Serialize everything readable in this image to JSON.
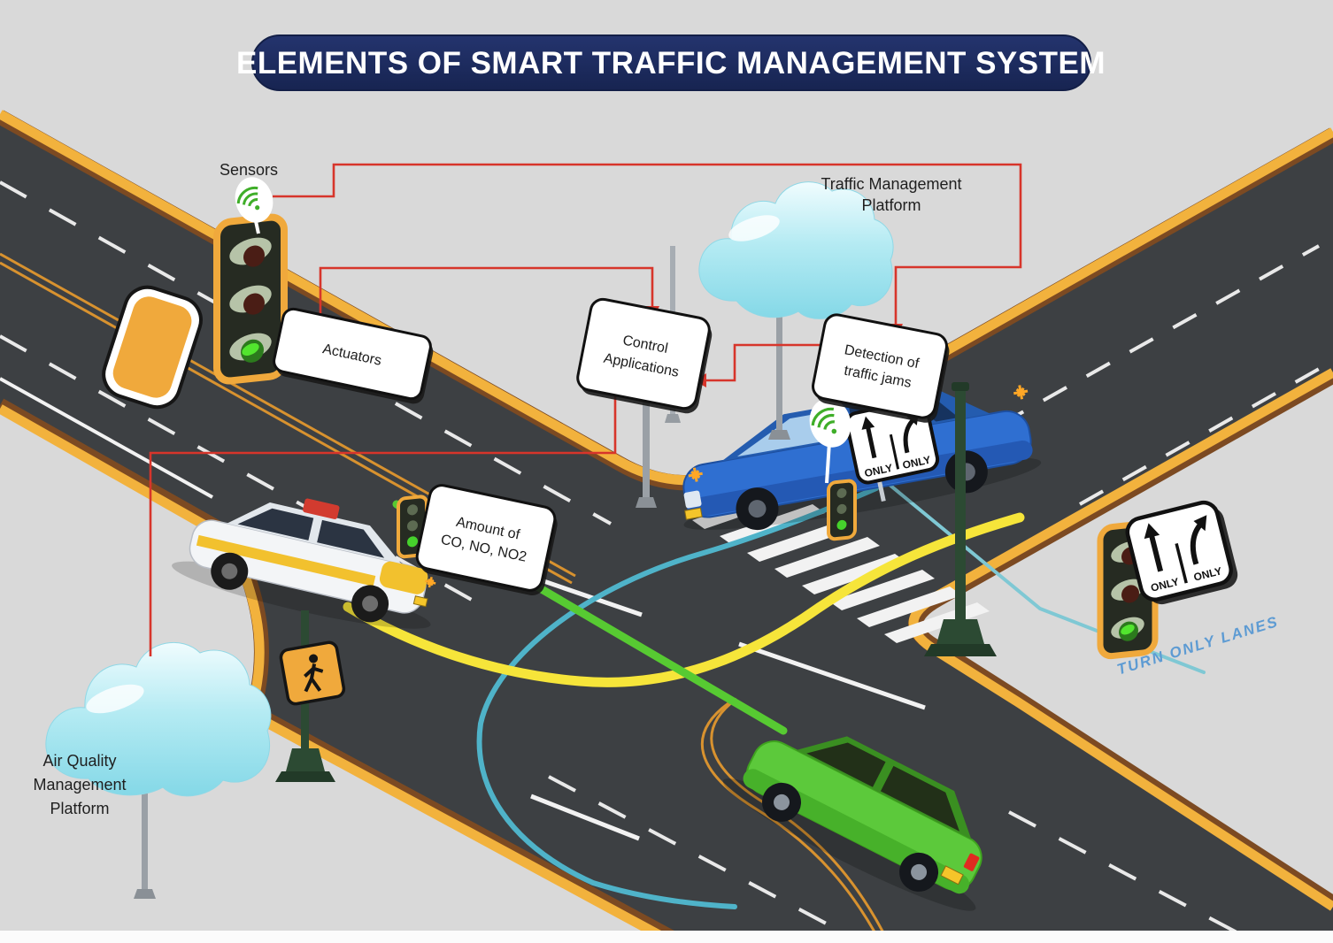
{
  "title": "ELEMENTS OF SMART TRAFFIC MANAGEMENT SYSTEM",
  "labels": {
    "sensors": "Sensors",
    "actuators": "Actuators",
    "control_line1": "Control",
    "control_line2": "Applications",
    "detection_line1": "Detection of",
    "detection_line2": "traffic jams",
    "tmp_line1": "Traffic Management",
    "tmp_line2": "Platform",
    "amount_line1": "Amount of",
    "amount_line2": "CO, NO, NO2",
    "aqm_line1": "Air Quality",
    "aqm_line2": "Management",
    "aqm_line3": "Platform",
    "turn_only_lanes": "TURN ONLY LANES",
    "only": "ONLY"
  },
  "icons": {
    "wifi_icon": "wifi",
    "pedestrian_icon": "pedestrian-walking",
    "straight_arrow_icon": "straight-arrow",
    "right_turn_arrow_icon": "right-turn-arrow",
    "traffic_light_icon": "traffic-light",
    "cloud_icon": "cloud-platform"
  },
  "scene": {
    "vehicles": [
      {
        "name": "driving-school-taxi",
        "color": "#f3f5f7",
        "accent": "#f2c12e"
      },
      {
        "name": "connected-blue-sedan",
        "color": "#2f6fd1"
      },
      {
        "name": "green-hatchback",
        "color": "#5cc93b"
      }
    ],
    "platforms": [
      {
        "name": "traffic-management-platform-cloud"
      },
      {
        "name": "air-quality-management-platform-cloud"
      }
    ],
    "traffic_lights": 4,
    "crosswalk_stripes": 8
  },
  "colors": {
    "background": "#d9d9d9",
    "road": "#3d4043",
    "curb_yellow": "#f2b23d",
    "curb_brown": "#7c4a22",
    "banner_navy": "#1d2b5f",
    "connector_red": "#d7352b",
    "trajectory_yellow": "#f6e53a",
    "trajectory_teal": "#4fb3c9",
    "trajectory_green": "#57ca32",
    "turn_lanes_blue": "#5d9bd3",
    "signal_green": "#46d12c",
    "frame_orange": "#f0a93c",
    "wifi_green": "#3fae29",
    "cloud_cyan": "#9fe3ee"
  }
}
